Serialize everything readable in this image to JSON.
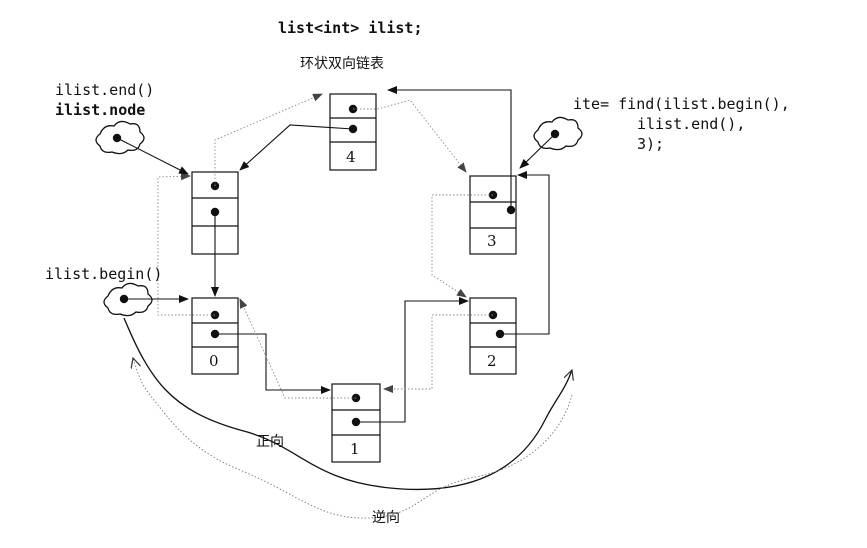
{
  "declaration": "list<int> ilist;",
  "subtitle": "环状双向链表",
  "labels": {
    "end_call": "ilist.end()",
    "end_node": "ilist.node",
    "begin_call": "ilist.begin()",
    "find_line1": "ite= find(ilist.begin(),",
    "find_line2": "ilist.end(),",
    "find_line3": "3);",
    "forward": "正向",
    "reverse": "逆向"
  },
  "nodes": [
    {
      "id": "end",
      "value": ""
    },
    {
      "id": "n0",
      "value": "0"
    },
    {
      "id": "n1",
      "value": "1"
    },
    {
      "id": "n2",
      "value": "2"
    },
    {
      "id": "n3",
      "value": "3"
    },
    {
      "id": "n4",
      "value": "4"
    }
  ],
  "colors": {
    "ink": "#111111",
    "dotted": "#9a9a9a"
  }
}
